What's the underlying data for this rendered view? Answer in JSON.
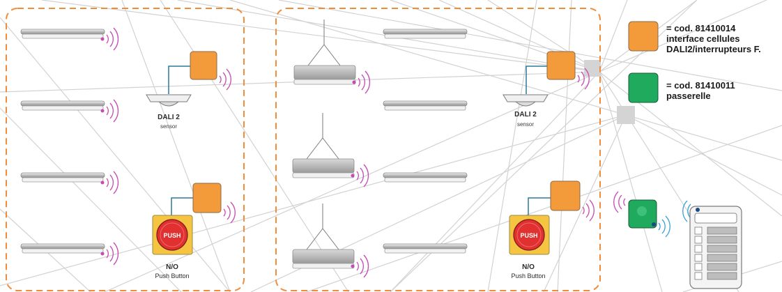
{
  "legend": {
    "orange": {
      "color": "#f39a3a",
      "line1": "= cod. 81410014",
      "line2": "interface cellules",
      "line3": "DALI2/interrupteurs F."
    },
    "green": {
      "color": "#1faa5e",
      "line1": "= cod. 81410011",
      "line2": "passerelle"
    }
  },
  "zone_left": {
    "sensor": {
      "title": "DALI 2",
      "subtitle": "sensor"
    },
    "push": {
      "button_text": "PUSH",
      "title": "N/O",
      "subtitle": "Push Button"
    }
  },
  "zone_right": {
    "sensor": {
      "title": "DALI 2",
      "subtitle": "sensor"
    },
    "push": {
      "button_text": "PUSH",
      "title": "N/O",
      "subtitle": "Push Button"
    }
  },
  "colors": {
    "zone_border": "#f08c3a",
    "wireless": "#c54ab2",
    "wifi_blue": "#3aa0d8",
    "wire": "#2b7a9b",
    "push_red": "#e03030",
    "push_yellow": "#f5c542",
    "background_lines": "#cfcfcf"
  },
  "icons": {
    "wireless": "wireless-signal-icon",
    "wifi": "wifi-signal-icon",
    "server": "server-rack-icon"
  }
}
